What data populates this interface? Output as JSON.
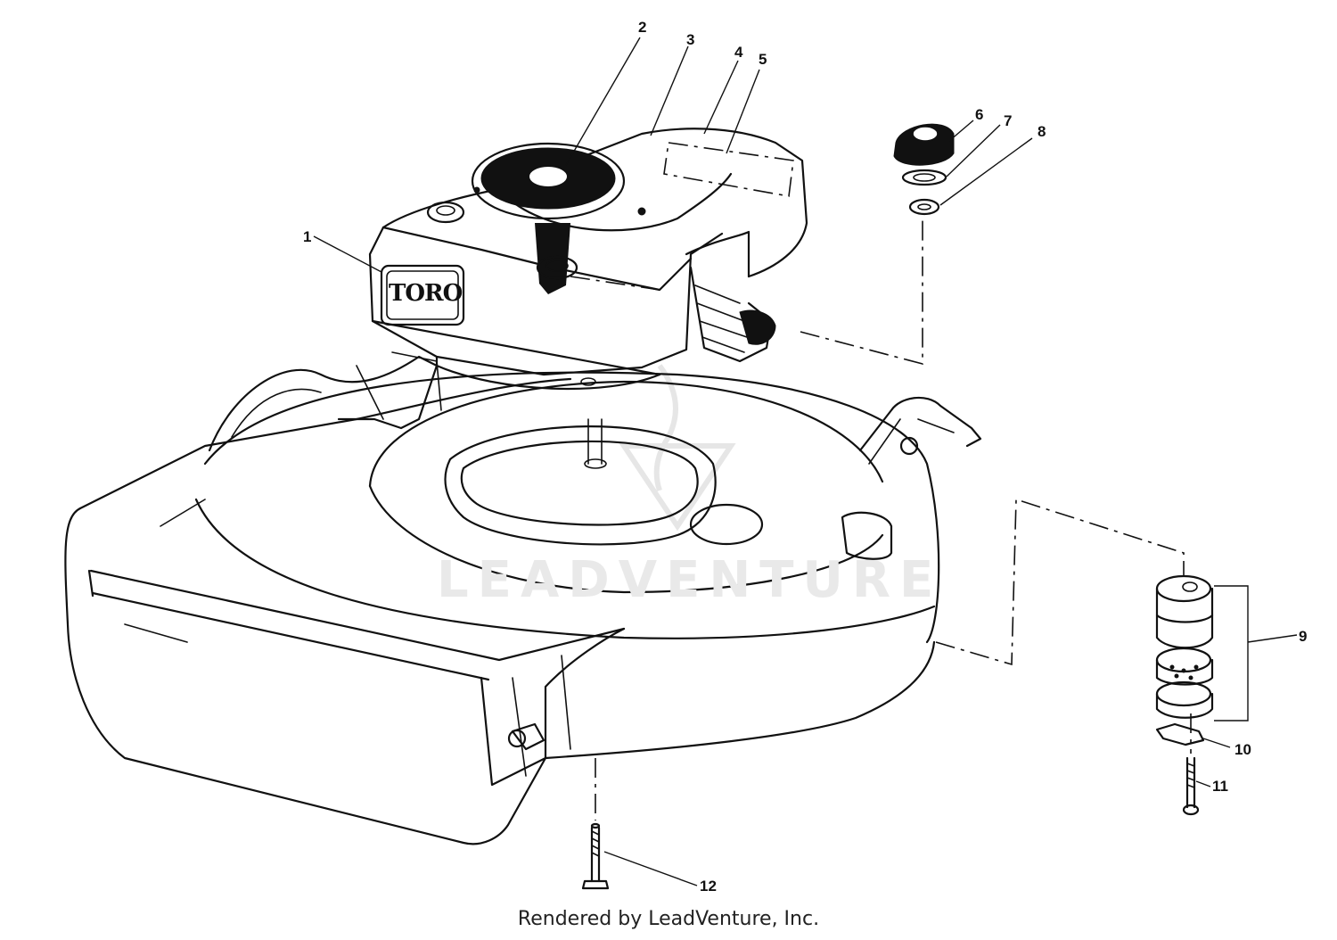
{
  "brand_plate": "TORO",
  "watermark": "LEADVENTURE",
  "footer": "Rendered by LeadVenture, Inc.",
  "callouts": [
    {
      "id": "1",
      "label": "1"
    },
    {
      "id": "2",
      "label": "2"
    },
    {
      "id": "3",
      "label": "3"
    },
    {
      "id": "4",
      "label": "4"
    },
    {
      "id": "5",
      "label": "5"
    },
    {
      "id": "6",
      "label": "6"
    },
    {
      "id": "7",
      "label": "7"
    },
    {
      "id": "8",
      "label": "8"
    },
    {
      "id": "9",
      "label": "9"
    },
    {
      "id": "10",
      "label": "10"
    },
    {
      "id": "11",
      "label": "11"
    },
    {
      "id": "12",
      "label": "12"
    }
  ]
}
